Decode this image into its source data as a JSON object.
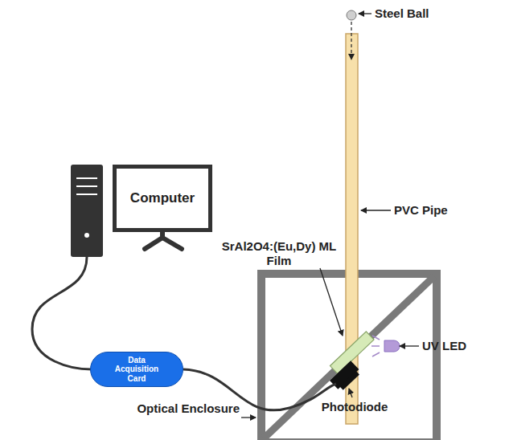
{
  "diagram": {
    "nodes": [
      {
        "text": [
          "Computer"
        ]
      },
      {
        "text": [
          "Data Acquisition Card"
        ]
      }
    ],
    "labels": [
      "Steel Ball",
      "PVC Pipe",
      "SrAl2O4:(Eu,Dy) ML Film",
      "UV LED",
      "Optical Enclosure",
      "Photodiode"
    ]
  }
}
